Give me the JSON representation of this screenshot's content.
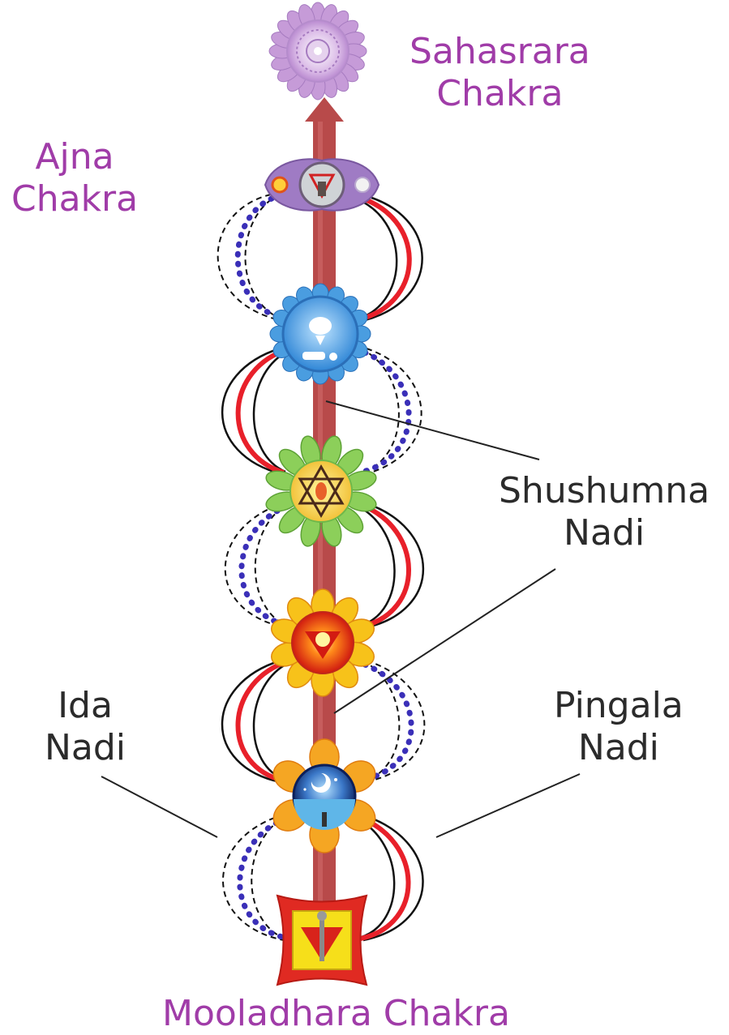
{
  "labels": {
    "sahasrara": [
      "Sahasrara",
      "Chakra"
    ],
    "ajna": [
      "Ajna",
      "Chakra"
    ],
    "shushumna": [
      "Shushumna",
      "Nadi"
    ],
    "ida": [
      "Ida",
      "Nadi"
    ],
    "pingala": [
      "Pingala",
      "Nadi"
    ],
    "mooladhara": "Mooladhara Chakra"
  },
  "colors": {
    "chakra_label": "#a03ca8",
    "nadi_label": "#2b2b2b",
    "shushumna": "#b84a4a",
    "pingala": "#e8202a",
    "ida": "#3a2fb8",
    "sahasrara": "#c69bd8",
    "ajna": "#9f7bc4",
    "vishuddha": "#4a9de0",
    "anahata": "#8ccf5a",
    "manipura": "#f2a019",
    "swadhisthana": "#f5a623",
    "mooladhara": "#e02a22"
  },
  "icons": [
    "sahasrara-lotus-icon",
    "ajna-icon",
    "vishuddha-icon",
    "anahata-icon",
    "manipura-icon",
    "swadhisthana-icon",
    "mooladhara-icon"
  ]
}
